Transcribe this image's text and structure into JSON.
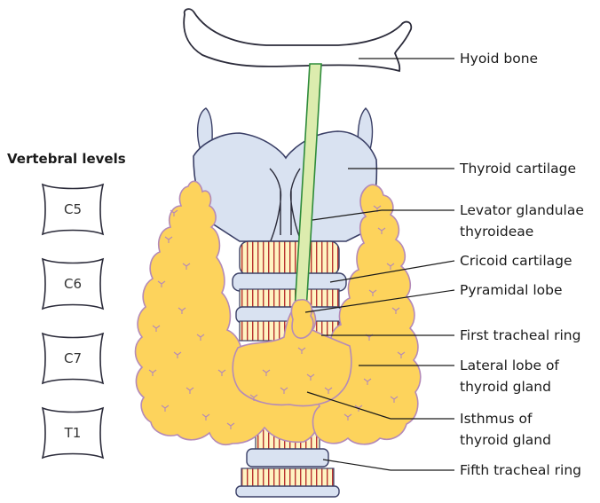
{
  "vertebral": {
    "title": "Vertebral levels",
    "levels": [
      "C5",
      "C6",
      "C7",
      "T1"
    ]
  },
  "labels": {
    "hyoid": "Hyoid bone",
    "thyroid_cartilage": "Thyroid cartilage",
    "levator_1": "Levator glandulae",
    "levator_2": "thyroideae",
    "cricoid": "Cricoid cartilage",
    "pyramidal": "Pyramidal lobe",
    "first_ring": "First tracheal ring",
    "lateral_1": "Lateral lobe of",
    "lateral_2": "thyroid gland",
    "isthmus_1": "Isthmus of",
    "isthmus_2": "thyroid gland",
    "fifth_ring": "Fifth tracheal ring"
  },
  "colors": {
    "gland_fill": "#fdd35c",
    "gland_outline": "#b48ab8",
    "cartilage_fill": "#d9e2f1",
    "cartilage_outline": "#3a3f66",
    "ring_fill": "#fff4c2",
    "ring_stripe": "#b9332f",
    "levator_fill": "#dcecae",
    "levator_outline": "#2e8b3a"
  }
}
